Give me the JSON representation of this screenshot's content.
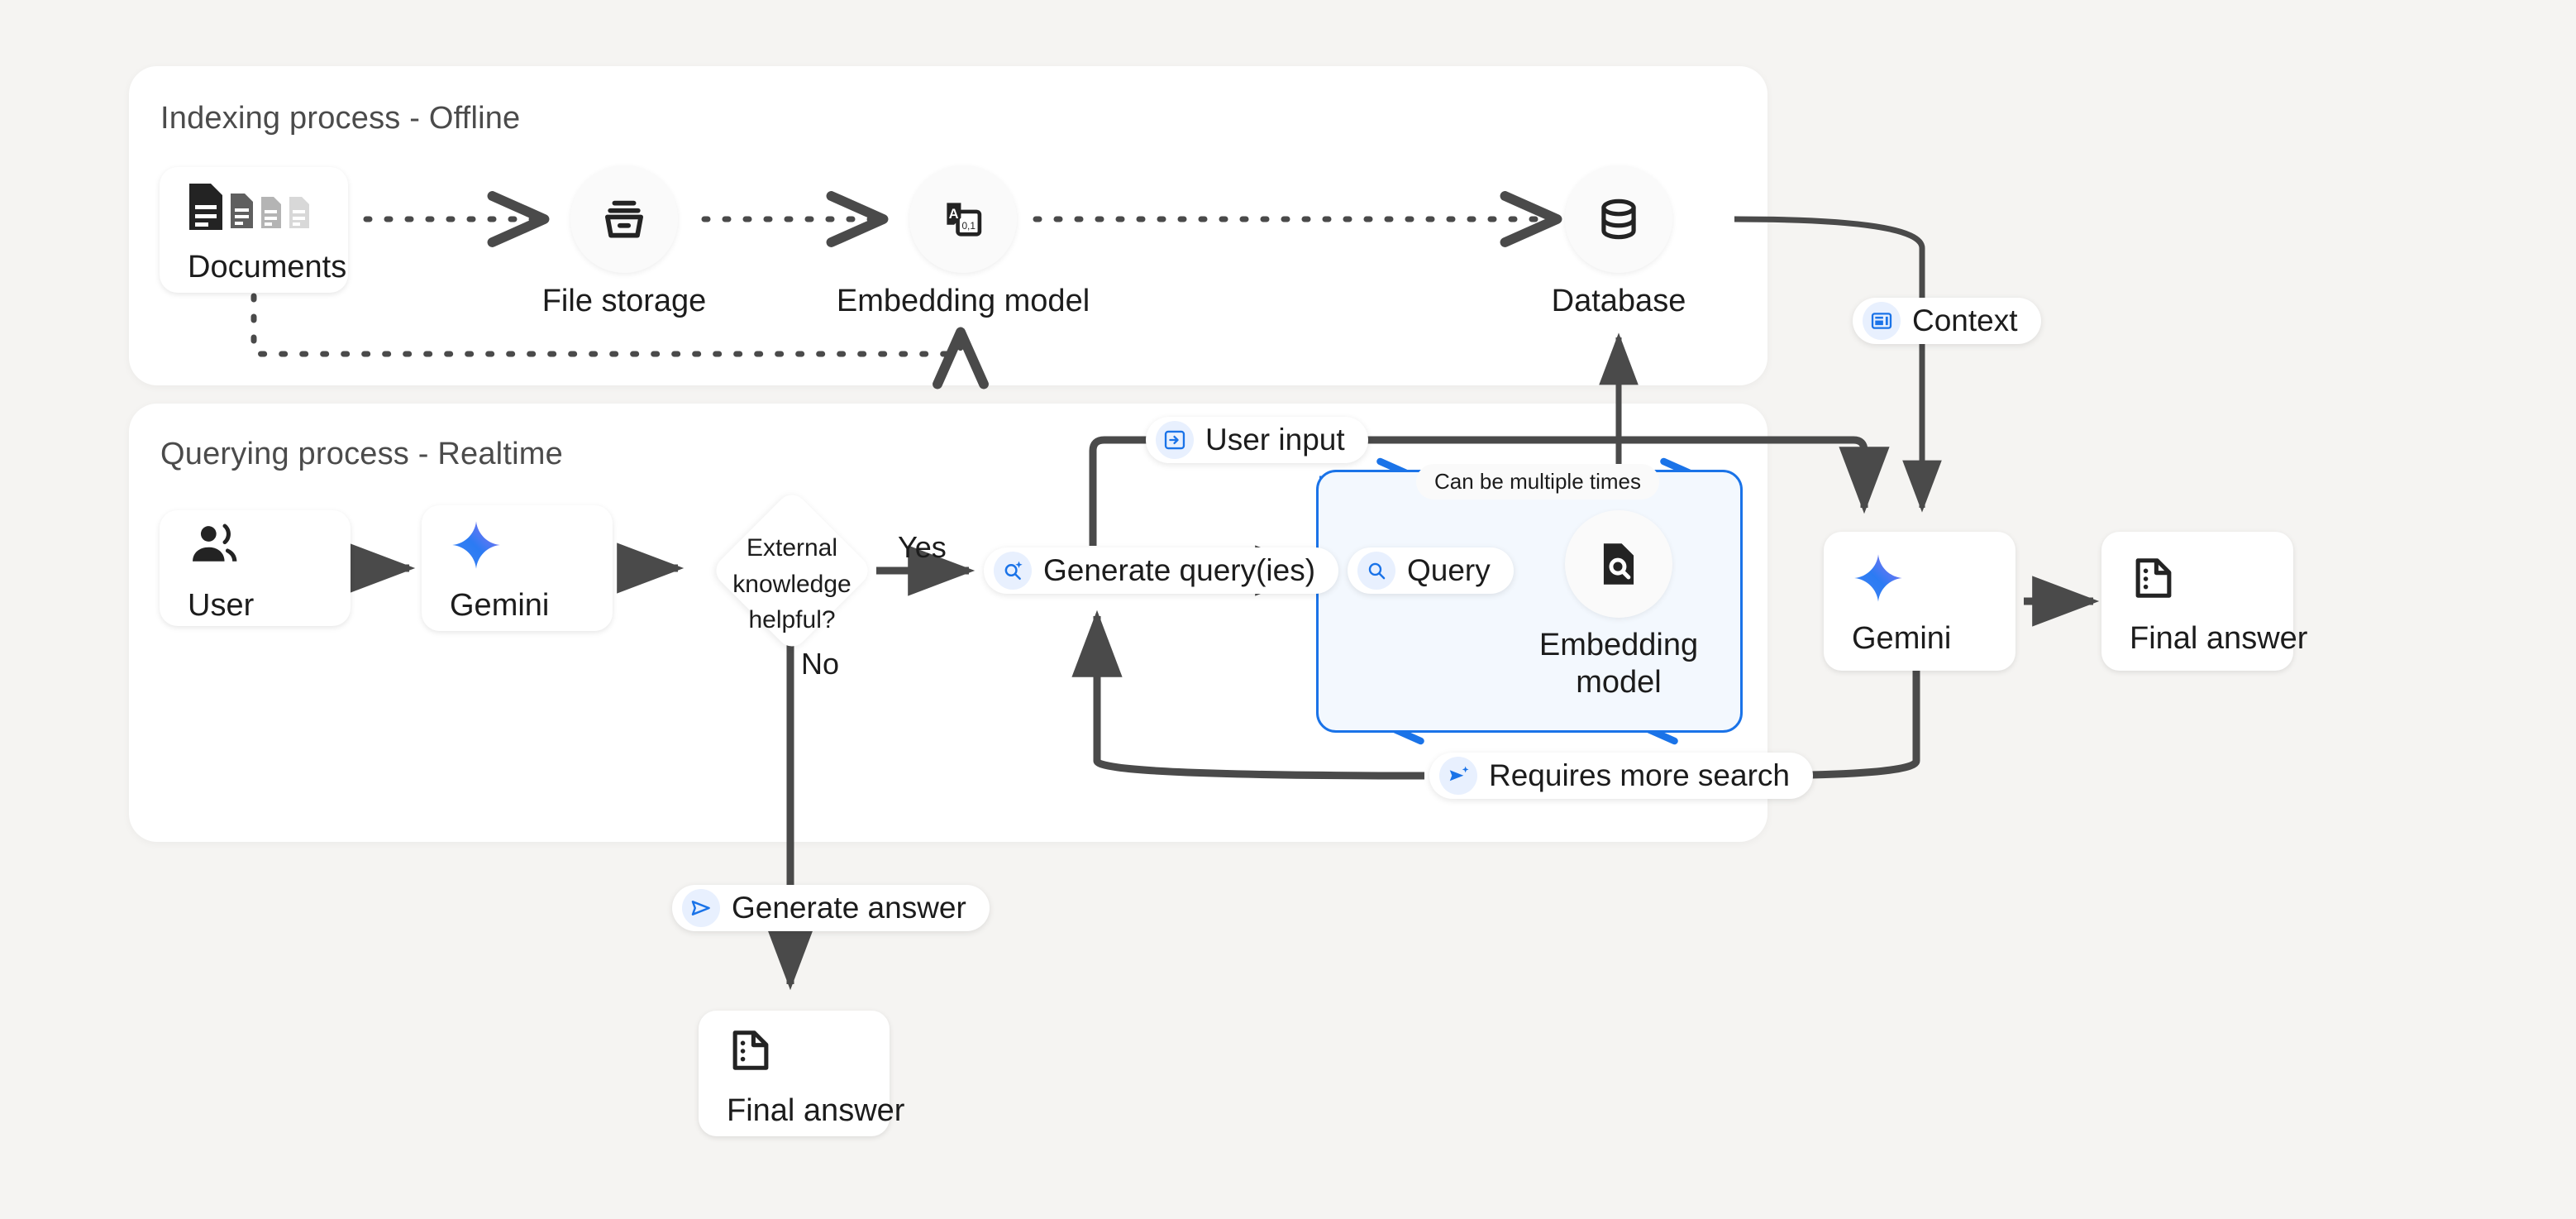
{
  "theme": {
    "background": "#f5f4f2",
    "panel_bg": "#ffffff",
    "accent_blue": "#1a73e8",
    "loop_fill": "#f3f8fe",
    "wire_color": "#4a4a4a",
    "text_color": "#1c1c1c",
    "title_color": "#4b4b4b"
  },
  "panels": [
    {
      "title": "Indexing process - Offline"
    },
    {
      "title": "Querying process - Realtime"
    }
  ],
  "indexing": {
    "documents": {
      "label": "Documents",
      "icon": "documents-icon"
    },
    "file_storage": {
      "label": "File storage",
      "icon": "archive-icon"
    },
    "embedding_model": {
      "label": "Embedding model",
      "icon": "translate-vector-icon"
    },
    "database": {
      "label": "Database",
      "icon": "database-icon"
    }
  },
  "querying": {
    "user": {
      "label": "User",
      "icon": "user-group-icon"
    },
    "gemini_first": {
      "label": "Gemini",
      "icon": "gemini-sparkle-icon"
    },
    "decision": {
      "line1": "External",
      "line2": "knowledge",
      "line3": "helpful?"
    },
    "yes_label": "Yes",
    "no_label": "No",
    "generate_queries": {
      "label": "Generate query(ies)",
      "icon": "search-sparkle-icon"
    },
    "user_input": {
      "label": "User input",
      "icon": "input-arrow-icon"
    },
    "loop_note": "Can be multiple times",
    "query": {
      "label": "Query",
      "icon": "search-icon"
    },
    "embedding_model_loop": {
      "line1": "Embedding",
      "line2": "model",
      "icon": "document-search-icon"
    },
    "requires_more_search": {
      "label": "Requires more search",
      "icon": "send-sparkle-icon"
    },
    "context": {
      "label": "Context",
      "icon": "context-panel-icon"
    },
    "gemini_second": {
      "label": "Gemini",
      "icon": "gemini-sparkle-icon"
    },
    "final_answer_right": {
      "label": "Final answer",
      "icon": "answer-doc-icon"
    },
    "generate_answer": {
      "label": "Generate answer",
      "icon": "send-icon"
    },
    "final_answer_bottom": {
      "label": "Final answer",
      "icon": "answer-doc-icon"
    }
  }
}
